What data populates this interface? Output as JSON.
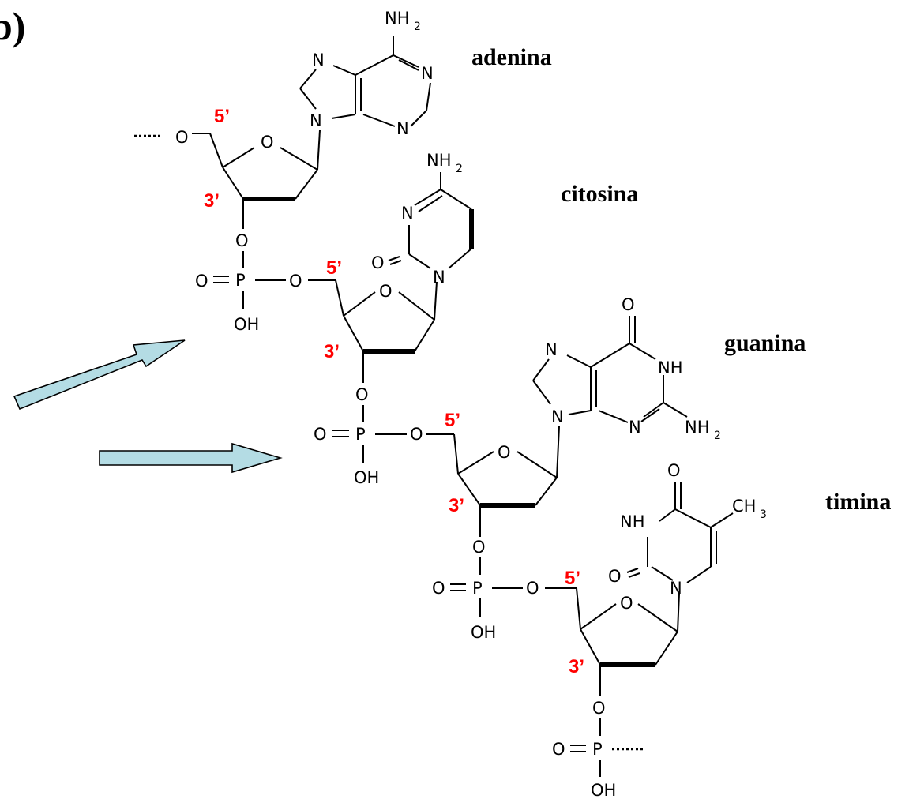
{
  "panel_label": "b)",
  "bases": {
    "adenine": "adenina",
    "cytosine": "citosina",
    "guanine": "guanina",
    "thymine": "timina"
  },
  "ends": {
    "five_prime": "5’",
    "three_prime": "3’"
  },
  "atoms": {
    "oxygen": "O",
    "phosphorus": "P",
    "nitrogen": "N",
    "hydroxyl": "OH",
    "amine_nh": "NH",
    "amino": "NH",
    "amino_subscript": "2",
    "methyl": "CH",
    "methyl_subscript": "3",
    "oxide_anion": "O"
  },
  "colors": {
    "prime_labels": "#ff0000",
    "arrows": "#b4dce4"
  }
}
